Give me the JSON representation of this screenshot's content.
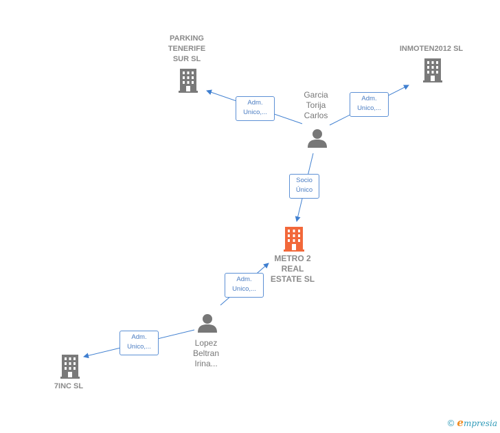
{
  "colors": {
    "edge": "#3f7fd0",
    "company": "#7a7a7a",
    "main_company": "#f2683a",
    "person": "#777777"
  },
  "nodes": {
    "parking": {
      "label": "PARKING\nTENERIFE\nSUR  SL",
      "icon": "building-icon"
    },
    "inmoten": {
      "label": "INMOTEN2012 SL",
      "icon": "building-icon"
    },
    "garcia": {
      "label": "Garcia\nTorija\nCarlos",
      "icon": "person-icon"
    },
    "metro": {
      "label": "METRO 2\nREAL\nESTATE  SL",
      "icon": "building-icon"
    },
    "lopez": {
      "label": "Lopez\nBeltran\nIrina...",
      "icon": "person-icon"
    },
    "sevinc": {
      "label": "7INC  SL",
      "icon": "building-icon"
    }
  },
  "edges": {
    "garcia_parking": {
      "label": "Adm.\nUnico,..."
    },
    "garcia_inmoten": {
      "label": "Adm.\nUnico,..."
    },
    "garcia_metro": {
      "label": "Socio\nÚnico"
    },
    "lopez_metro": {
      "label": "Adm.\nUnico,..."
    },
    "lopez_sevinc": {
      "label": "Adm.\nUnico,..."
    }
  },
  "footer": {
    "copyright": "©",
    "brand_e": "e",
    "brand_rest": "mpresia"
  }
}
